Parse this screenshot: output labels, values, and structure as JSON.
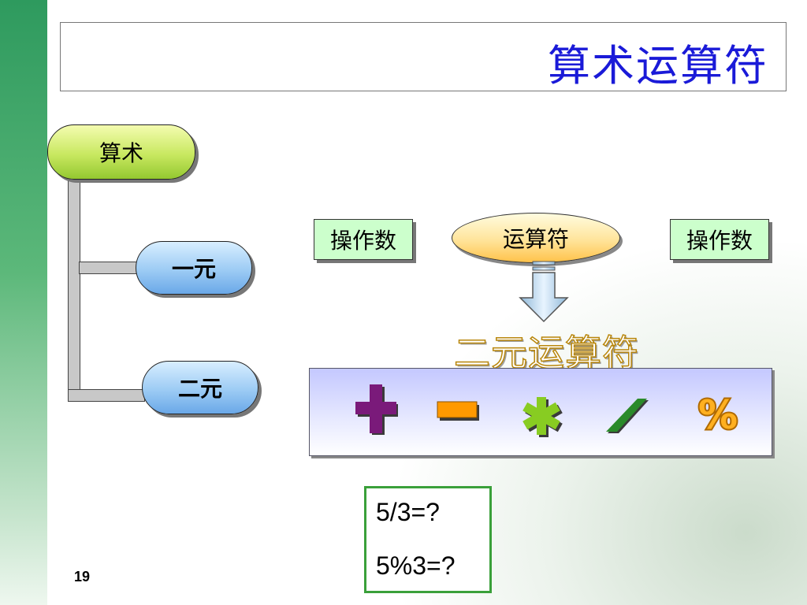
{
  "slide": {
    "title": "算术运算符",
    "page_number": "19"
  },
  "tree": {
    "root_label": "算术",
    "unary_label": "一元",
    "binary_label": "二元"
  },
  "expression": {
    "left_operand": "操作数",
    "operator": "运算符",
    "right_operand": "操作数"
  },
  "binary_section": {
    "title": "二元运算符"
  },
  "operators": [
    {
      "symbol": "+",
      "icon": "plus-icon",
      "color": "#7a1a7a"
    },
    {
      "symbol": "-",
      "icon": "minus-icon",
      "color": "#ff9900"
    },
    {
      "symbol": "*",
      "icon": "asterisk-icon",
      "color": "#88cc22"
    },
    {
      "symbol": "/",
      "icon": "slash-icon",
      "color": "#2a8a2a"
    },
    {
      "symbol": "%",
      "icon": "percent-icon",
      "color": "#ff9900"
    }
  ],
  "examples": {
    "line1": "5/3=?",
    "line2": "5%3=?"
  }
}
